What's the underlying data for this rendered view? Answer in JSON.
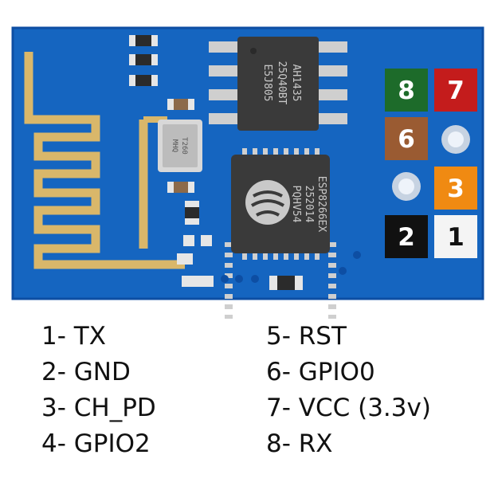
{
  "board": {
    "flash_chip_lines": [
      "AH1435",
      "25Q40BT",
      "E5J805"
    ],
    "soc_chip_lines": [
      "ESP8266EX",
      "252014",
      "PQHV54"
    ],
    "crystal_lines": [
      "T260",
      "MHQ"
    ]
  },
  "pins": [
    {
      "number": "8",
      "color": "#1d6b2a",
      "text_color": "#ffffff"
    },
    {
      "number": "7",
      "color": "#c41c1c",
      "text_color": "#ffffff"
    },
    {
      "number": "6",
      "color": "#9a5b32",
      "text_color": "#ffffff"
    },
    {
      "number": "3",
      "color": "#f08a12",
      "text_color": "#ffffff"
    },
    {
      "number": "2",
      "color": "#111111",
      "text_color": "#ffffff"
    },
    {
      "number": "1",
      "color": "#f4f4f4",
      "text_color": "#111111"
    }
  ],
  "legend": {
    "left": [
      "1- TX",
      "2- GND",
      "3- CH_PD",
      "4- GPIO2"
    ],
    "right": [
      "5- RST",
      "6- GPIO0",
      "7- VCC (3.3v)",
      "8- RX"
    ]
  },
  "colors": {
    "pcb": "#1565c0",
    "pcb_dark": "#0d4ea3",
    "antenna": "#d9b76a",
    "chip": "#3a3a3a",
    "pad": "#bdbdbd"
  }
}
